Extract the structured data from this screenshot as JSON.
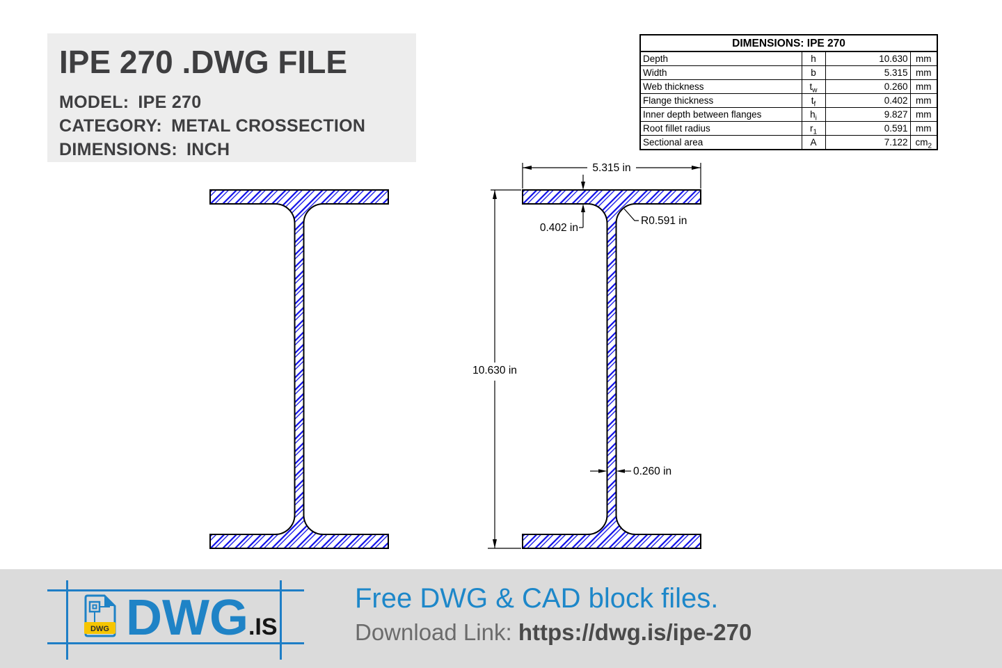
{
  "header": {
    "title": "IPE 270 .DWG FILE",
    "info": [
      {
        "label": "MODEL:",
        "value": "IPE 270"
      },
      {
        "label": "CATEGORY:",
        "value": "METAL CROSSECTION"
      },
      {
        "label": "DIMENSIONS:",
        "value": "INCH"
      }
    ]
  },
  "spec_table": {
    "title": "DIMENSIONS: IPE 270",
    "rows": [
      {
        "name": "Depth",
        "symbol": "h",
        "sub": "",
        "value": "10.630",
        "unit": "mm",
        "unit_sub": ""
      },
      {
        "name": "Width",
        "symbol": "b",
        "sub": "",
        "value": "5.315",
        "unit": "mm",
        "unit_sub": ""
      },
      {
        "name": "Web thickness",
        "symbol": "t",
        "sub": "w",
        "value": "0.260",
        "unit": "mm",
        "unit_sub": ""
      },
      {
        "name": "Flange thickness",
        "symbol": "t",
        "sub": "f",
        "value": "0.402",
        "unit": "mm",
        "unit_sub": ""
      },
      {
        "name": "Inner depth between flanges",
        "symbol": "h",
        "sub": "i",
        "value": "9.827",
        "unit": "mm",
        "unit_sub": ""
      },
      {
        "name": "Root fillet radius",
        "symbol": "r",
        "sub": "1",
        "value": "0.591",
        "unit": "mm",
        "unit_sub": ""
      },
      {
        "name": "Sectional area",
        "symbol": "A",
        "sub": "",
        "value": "7.122",
        "unit": "cm",
        "unit_sub": "2"
      }
    ]
  },
  "drawing": {
    "dim_width": "5.315 in",
    "dim_height": "10.630 in",
    "dim_flange_thickness": "0.402 in",
    "dim_fillet_radius": "R0.591 in",
    "dim_web_thickness": "0.260 in",
    "hatch_color": "#0d0de8",
    "outline_color": "#000000"
  },
  "footer": {
    "brand": "DWG",
    "brand_suffix": ".IS",
    "file_badge": "DWG",
    "badge_yellow": "#f6c500",
    "brand_blue": "#1e82c6",
    "tagline": "Free DWG & CAD block files.",
    "download_label": "Download Link:",
    "download_url": "https://dwg.is/ipe-270"
  }
}
